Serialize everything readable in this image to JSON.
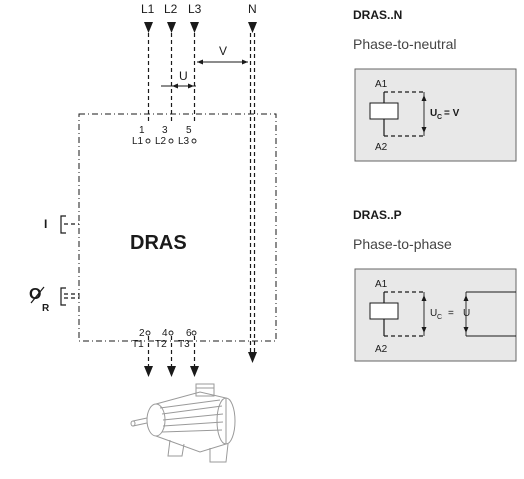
{
  "supply": {
    "l1": "L1",
    "l2": "L2",
    "l3": "L3",
    "n": "N",
    "u": "U",
    "v": "V"
  },
  "device": {
    "name": "DRAS",
    "in_terminals": {
      "nums": [
        "1",
        "3",
        "5"
      ],
      "names": [
        "L1",
        "L2",
        "L3"
      ]
    },
    "out_terminals": {
      "nums": [
        "2",
        "4",
        "6"
      ],
      "names": [
        "T1",
        "T2",
        "T3"
      ]
    },
    "input_i": "I",
    "input_or": "O",
    "input_or_sub": "R"
  },
  "variant_n": {
    "title": "DRAS..N",
    "subtitle": "Phase-to-neutral",
    "a1": "A1",
    "a2": "A2",
    "uc": "U",
    "uc_sub": "C",
    "eq": "= V"
  },
  "variant_p": {
    "title": "DRAS..P",
    "subtitle": "Phase-to-phase",
    "a1": "A1",
    "a2": "A2",
    "uc": "U",
    "uc_sub": "C",
    "eq": "=",
    "u": "U"
  }
}
